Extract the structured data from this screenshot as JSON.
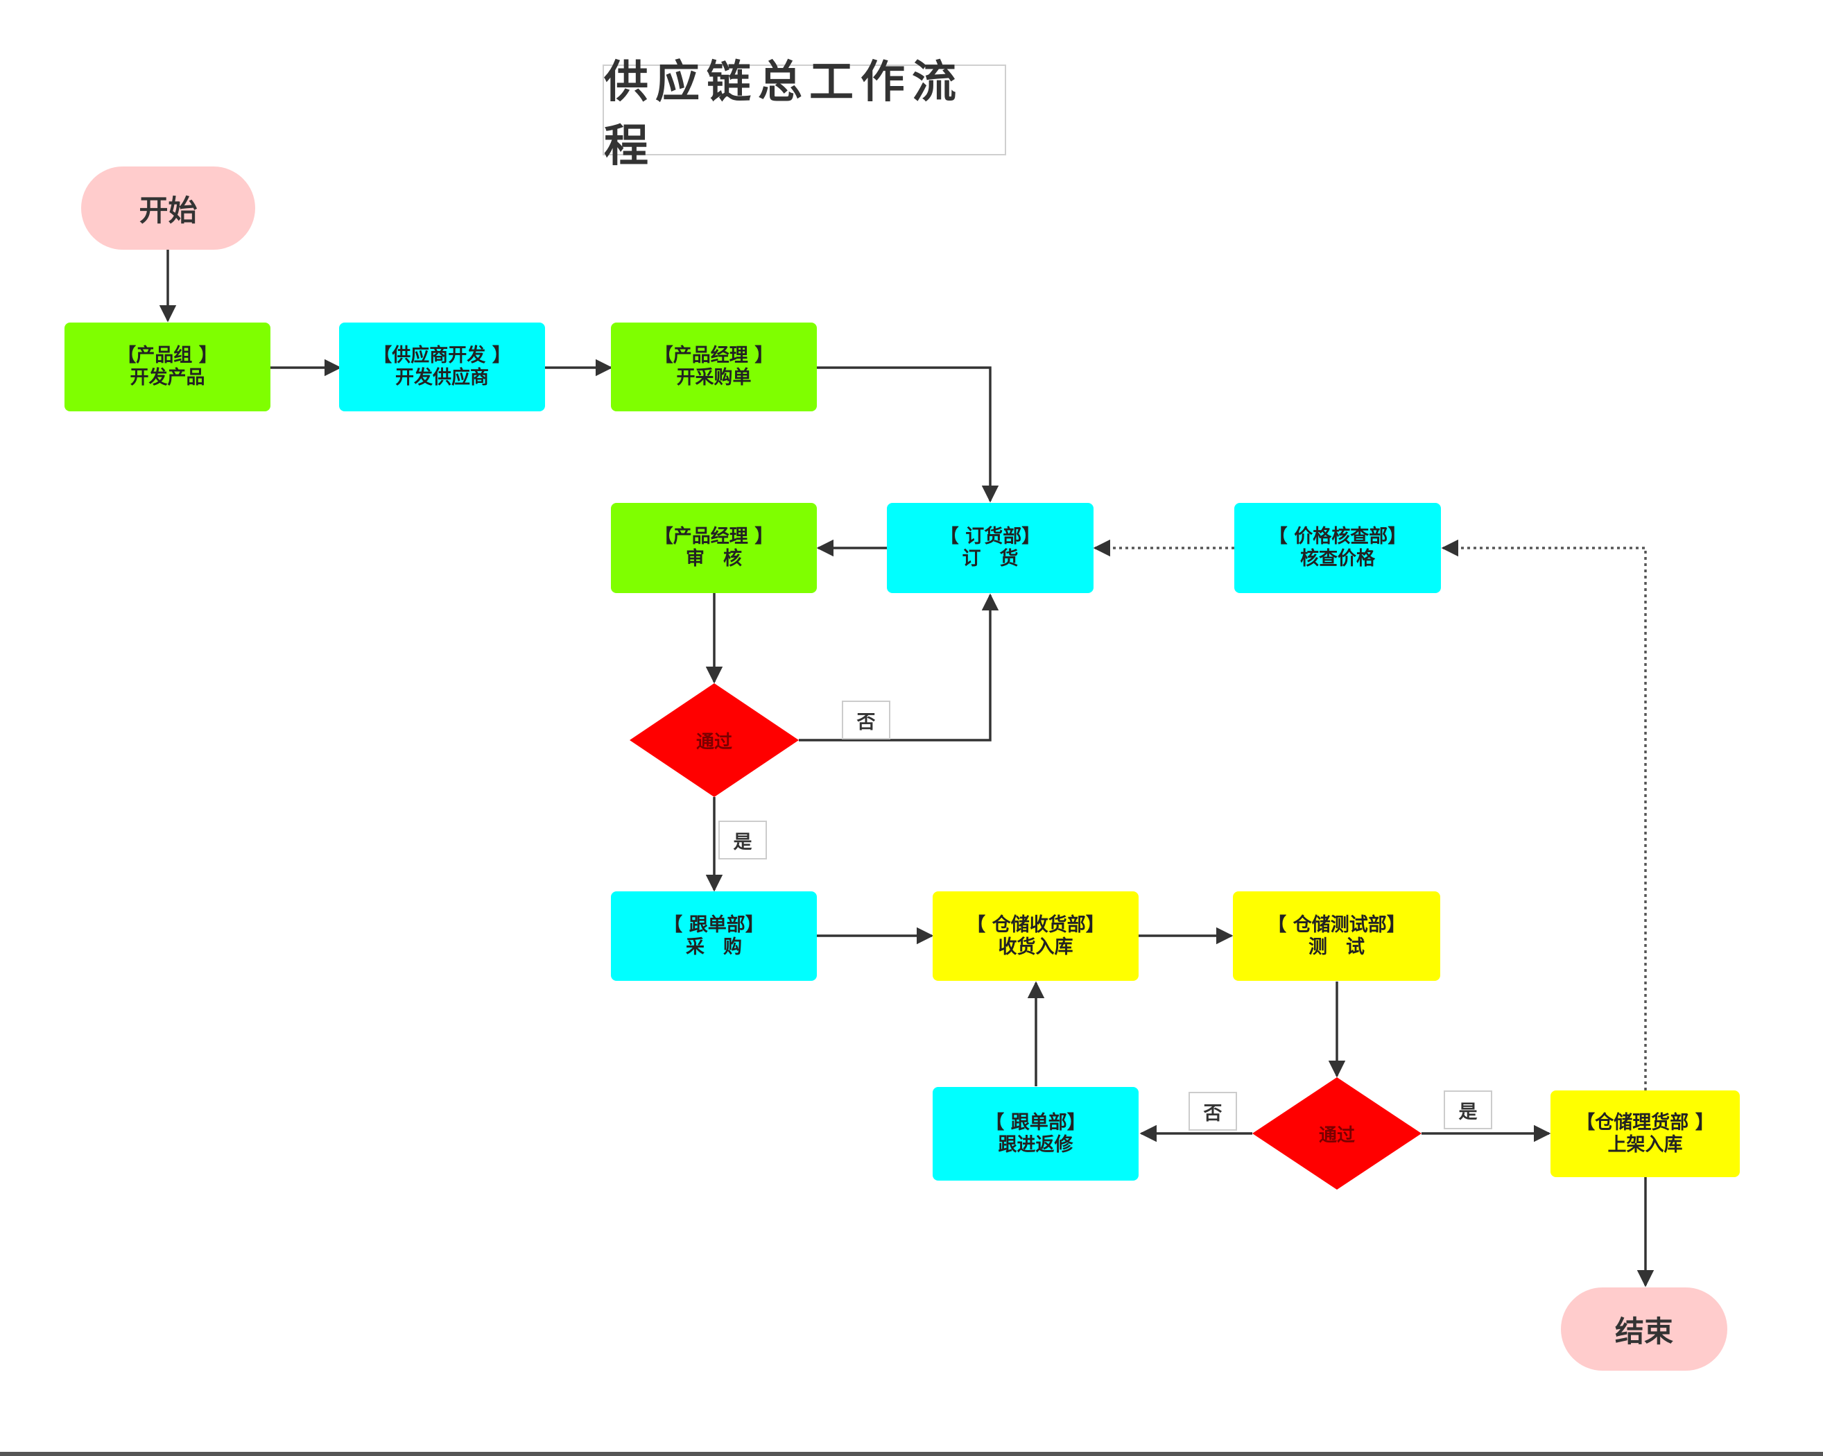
{
  "title": "供应链总工作流程",
  "colors": {
    "terminal": "#ffcccc",
    "green": "#7fff00",
    "cyan": "#00ffff",
    "yellow": "#ffff00",
    "decision": "#ff0000",
    "line": "#333333"
  },
  "terminals": {
    "start": "开始",
    "end": "结束"
  },
  "nodes": {
    "product_group": {
      "line1": "【产品组 】",
      "line2": "开发产品"
    },
    "supplier_dev": {
      "line1": "【供应商开发 】",
      "line2": "开发供应商"
    },
    "pm_order": {
      "line1": "【产品经理 】",
      "line2": "开采购单"
    },
    "pm_review": {
      "line1": "【产品经理 】",
      "line2": "审　核"
    },
    "ordering": {
      "line1": "【 订货部】",
      "line2": "订　货"
    },
    "price_check": {
      "line1": "【 价格核查部】",
      "line2": "核查价格"
    },
    "follow_purchase": {
      "line1": "【 跟单部】",
      "line2": "采　购"
    },
    "warehouse_receive": {
      "line1": "【 仓储收货部】",
      "line2": "收货入库"
    },
    "warehouse_test": {
      "line1": "【 仓储测试部】",
      "line2": "测　试"
    },
    "follow_repair": {
      "line1": "【 跟单部】",
      "line2": "跟进返修"
    },
    "warehouse_shelf": {
      "line1": "【仓储理货部 】",
      "line2": "上架入库"
    }
  },
  "decisions": {
    "review_pass": "通过",
    "test_pass": "通过"
  },
  "edge_labels": {
    "review_no": "否",
    "review_yes": "是",
    "test_no": "否",
    "test_yes": "是"
  }
}
